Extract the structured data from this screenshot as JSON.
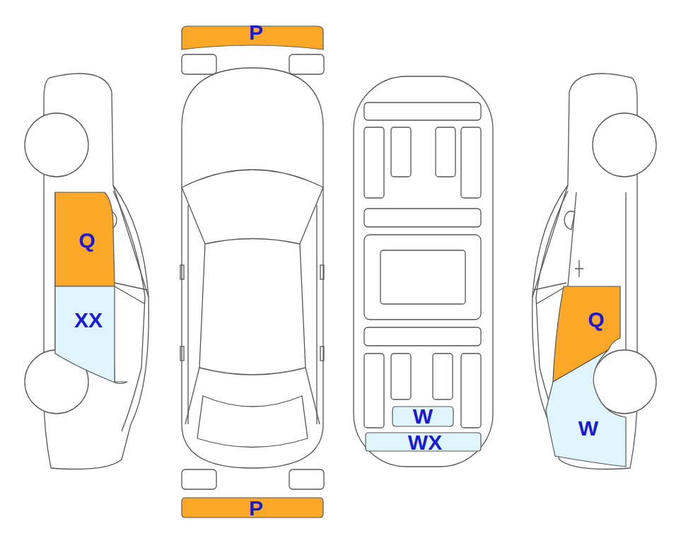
{
  "diagram": {
    "nodes": [
      {
        "text": [
          "P"
        ]
      },
      {
        "text": [
          "Q"
        ]
      },
      {
        "text": [
          "XX"
        ]
      },
      {
        "text": [
          "W"
        ]
      },
      {
        "text": [
          "WX"
        ]
      },
      {
        "text": [
          "Q"
        ]
      },
      {
        "text": [
          "W"
        ]
      },
      {
        "text": [
          "P"
        ]
      }
    ]
  }
}
